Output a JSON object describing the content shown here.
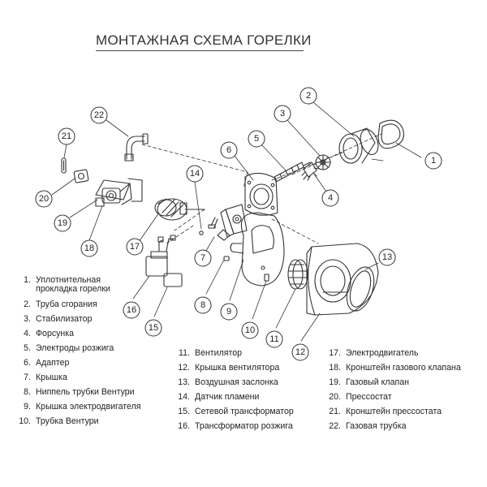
{
  "title": "МОНТАЖНАЯ СХЕМА ГОРЕЛКИ",
  "callouts": [
    "1",
    "2",
    "3",
    "4",
    "5",
    "6",
    "7",
    "8",
    "9",
    "10",
    "11",
    "12",
    "13",
    "14",
    "15",
    "16",
    "17",
    "18",
    "19",
    "20",
    "21",
    "22"
  ],
  "legend_left": [
    {
      "n": "1.",
      "label": "Уплотнительная прокладка горелки"
    },
    {
      "n": "2.",
      "label": "Труба сгорания"
    },
    {
      "n": "3.",
      "label": "Стабилизатор"
    },
    {
      "n": "4.",
      "label": "Форсунка"
    },
    {
      "n": "5.",
      "label": "Электроды розжига"
    },
    {
      "n": "6.",
      "label": "Адаптер"
    },
    {
      "n": "7.",
      "label": "Крышка"
    },
    {
      "n": "8.",
      "label": "Ниппель трубки Вентури"
    },
    {
      "n": "9.",
      "label": "Крышка электродвигателя"
    },
    {
      "n": "10.",
      "label": "Трубка Вентури"
    }
  ],
  "legend_middle": [
    {
      "n": "11.",
      "label": "Вентилятор"
    },
    {
      "n": "12.",
      "label": "Крышка вентилятора"
    },
    {
      "n": "13.",
      "label": "Воздушная заслонка"
    },
    {
      "n": "14.",
      "label": "Датчик пламени"
    },
    {
      "n": "15.",
      "label": "Сетевой трансформатор"
    },
    {
      "n": "16.",
      "label": "Трансформатор розжига"
    }
  ],
  "legend_right": [
    {
      "n": "17.",
      "label": "Электродвигатель"
    },
    {
      "n": "18.",
      "label": "Кронштейн газового клапана"
    },
    {
      "n": "19.",
      "label": "Газовый клапан"
    },
    {
      "n": "20.",
      "label": "Прессостат"
    },
    {
      "n": "21.",
      "label": "Кронштейн прессостата"
    },
    {
      "n": "22.",
      "label": "Газовая трубка"
    }
  ]
}
